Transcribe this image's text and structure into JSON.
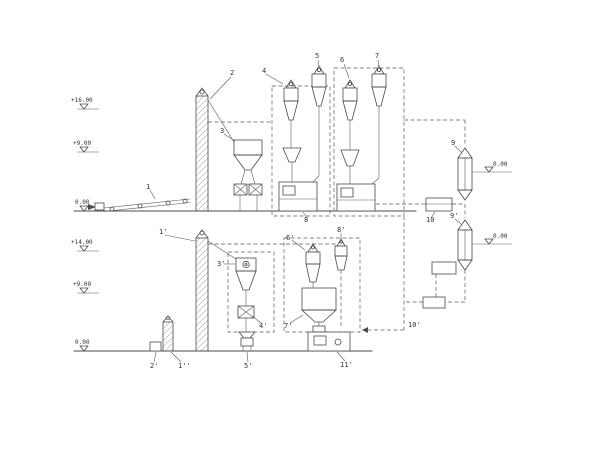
{
  "colors": {
    "line": "#4a4a4a",
    "background": "#ffffff"
  },
  "elevations": {
    "upper_16": "+16.00",
    "upper_9": "+9.00",
    "upper_0": "0.00",
    "lower_14": "+14.00",
    "lower_9": "+9.00",
    "lower_0": "0.00",
    "right_top": "0.00",
    "right_bottom": "0.00"
  },
  "equipment": {
    "n1": "1",
    "n2": "2",
    "n3": "3",
    "n4": "4",
    "n5": "5",
    "n6": "6",
    "n7": "7",
    "n8": "8",
    "n9": "9",
    "n10": "10",
    "p1": "1'",
    "p2": "2'",
    "p3": "3'",
    "p4": "4'",
    "p5": "5'",
    "p6": "6'",
    "p7": "7'",
    "p8": "8'",
    "p9": "9'",
    "p10": "10'",
    "p11": "11'",
    "s1": "1''"
  }
}
